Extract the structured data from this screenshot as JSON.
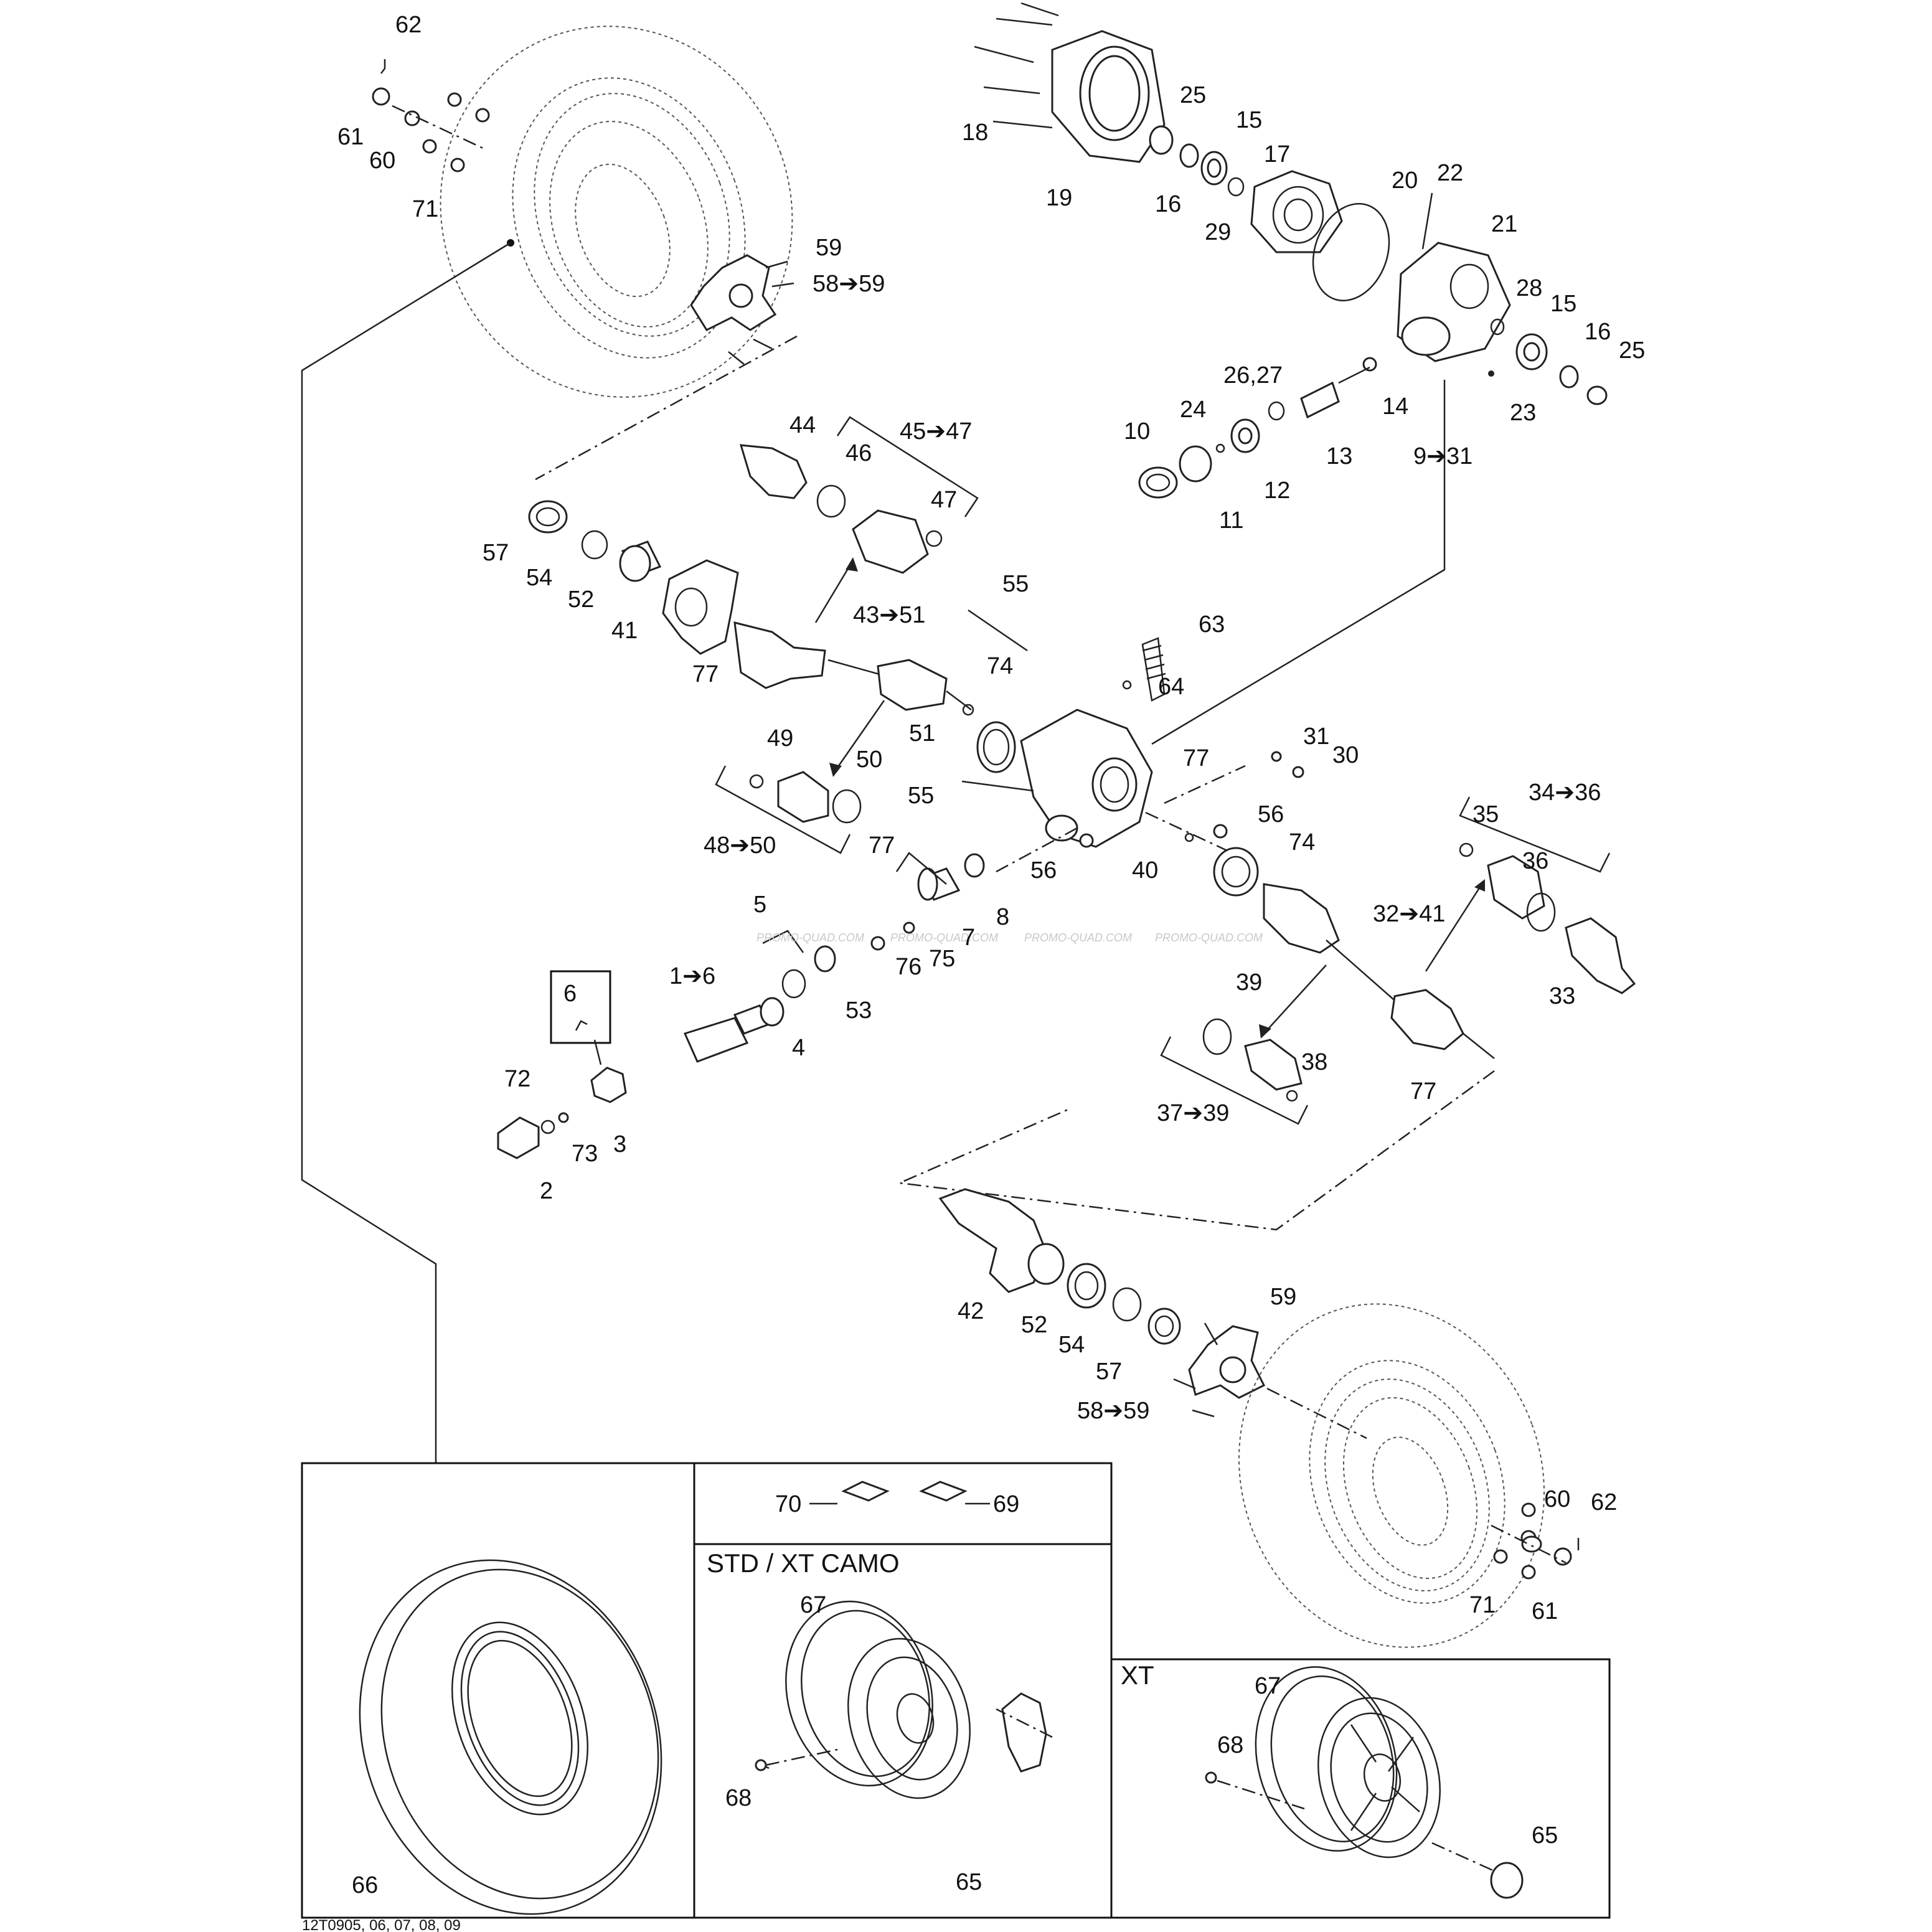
{
  "labels": {
    "l62a": "62",
    "l61a": "61",
    "l60a": "60",
    "l71a": "71",
    "l59a": "59",
    "l58a": "58➔59",
    "l18": "18",
    "l19": "19",
    "l25a": "25",
    "l15a": "15",
    "l16a": "16",
    "l17": "17",
    "l29": "29",
    "l20": "20",
    "l22": "22",
    "l21": "21",
    "l28": "28",
    "l15b": "15",
    "l16b": "16",
    "l25b": "25",
    "l23": "23",
    "l14": "14",
    "l13": "13",
    "l2627": "26,27",
    "l24": "24",
    "l10": "10",
    "l11": "11",
    "l12": "12",
    "l931": "9➔31",
    "l44": "44",
    "l46": "46",
    "l4547": "45➔47",
    "l47": "47",
    "l57a": "57",
    "l54a": "54",
    "l52a": "52",
    "l41": "41",
    "l4351": "43➔51",
    "l77a": "77",
    "l55a": "55",
    "l63": "63",
    "l74a": "74",
    "l64": "64",
    "l51": "51",
    "l49": "49",
    "l50": "50",
    "l4850": "48➔50",
    "l55b": "55",
    "l77b": "77",
    "l31": "31",
    "l30": "30",
    "l56a": "56",
    "l74b": "74",
    "l3436": "34➔36",
    "l35": "35",
    "l36": "36",
    "l77c": "77",
    "l56b": "56",
    "l40": "40",
    "l8": "8",
    "l7": "7",
    "l5": "5",
    "l76": "76",
    "l75": "75",
    "l16x": "1➔6",
    "l53": "53",
    "l4": "4",
    "l3241": "32➔41",
    "l33": "33",
    "l39": "39",
    "l38": "38",
    "l3739": "37➔39",
    "l77d": "77",
    "l6": "6",
    "l72": "72",
    "l73": "73",
    "l3": "3",
    "l2": "2",
    "l42": "42",
    "l52b": "52",
    "l54b": "54",
    "l57b": "57",
    "l59b": "59",
    "l58b": "58➔59",
    "l60b": "60",
    "l62b": "62",
    "l71b": "71",
    "l61b": "61",
    "l70": "70",
    "l69": "69",
    "l67a": "67",
    "l68a": "68",
    "l65a": "65",
    "l66": "66",
    "l67b": "67",
    "l68b": "68",
    "l65b": "65"
  },
  "panels": {
    "std_title": "STD / XT CAMO",
    "xt_title": "XT"
  },
  "footer_code": "12T0905, 06, 07, 08, 09",
  "watermark": "PROMO-QUAD.COM",
  "colors": {
    "line": "#222222",
    "background": "#ffffff"
  }
}
